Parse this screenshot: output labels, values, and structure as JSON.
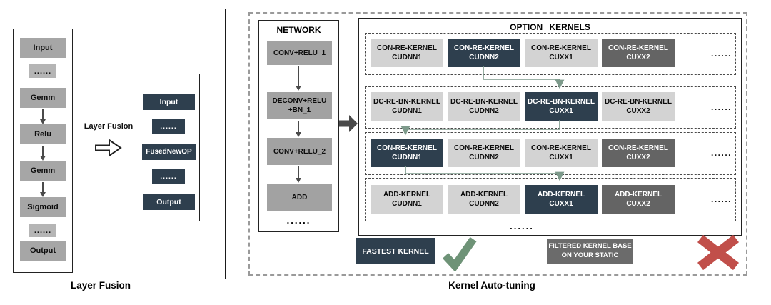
{
  "colors": {
    "navy": "#2e3f4e",
    "light_gray": "#d3d3d3",
    "dark_gray": "#646464",
    "mid_gray": "#a6a6a6",
    "connector_green": "#7d9a8b",
    "check_green": "#6e9377",
    "cross_red": "#c14f4a"
  },
  "left_panel": {
    "nodes": [
      "Input",
      "......",
      "Gemm",
      "Relu",
      "Gemm",
      "Sigmoid",
      "......",
      "Output"
    ],
    "caption": "Layer Fusion"
  },
  "fusion_arrow": {
    "label": "Layer Fusion"
  },
  "fused_panel": {
    "nodes": [
      "Input",
      "......",
      "FusedNewOP",
      "......",
      "Output"
    ]
  },
  "right_panel": {
    "caption": "Kernel Auto-tuning",
    "network": {
      "title": "NETWORK",
      "nodes": [
        "CONV+RELU_1",
        "DECONV+RELU +BN_1",
        "CONV+RELU_2",
        "ADD"
      ],
      "ellipsis": "......"
    },
    "option_kernels": {
      "title": "OPTION KERNELS",
      "rows": [
        {
          "cells": [
            {
              "line1": "CON-RE-KERNEL",
              "line2": "CUDNN1"
            },
            {
              "line1": "CON-RE-KERNEL",
              "line2": "CUDNN2"
            },
            {
              "line1": "CON-RE-KERNEL",
              "line2": "CUXX1"
            },
            {
              "line1": "CON-RE-KERNEL",
              "line2": "CUXX2"
            }
          ],
          "ellipsis": "......"
        },
        {
          "cells": [
            {
              "line1": "DC-RE-BN-KERNEL",
              "line2": "CUDNN1"
            },
            {
              "line1": "DC-RE-BN-KERNEL",
              "line2": "CUDNN2"
            },
            {
              "line1": "DC-RE-BN-KERNEL",
              "line2": "CUXX1"
            },
            {
              "line1": "DC-RE-BN-KERNEL",
              "line2": "CUXX2"
            }
          ],
          "ellipsis": "......"
        },
        {
          "cells": [
            {
              "line1": "CON-RE-KERNEL",
              "line2": "CUDNN1"
            },
            {
              "line1": "CON-RE-KERNEL",
              "line2": "CUDNN2"
            },
            {
              "line1": "CON-RE-KERNEL",
              "line2": "CUXX1"
            },
            {
              "line1": "CON-RE-KERNEL",
              "line2": "CUXX2"
            }
          ],
          "ellipsis": "......"
        },
        {
          "cells": [
            {
              "line1": "ADD-KERNEL",
              "line2": "CUDNN1"
            },
            {
              "line1": "ADD-KERNEL",
              "line2": "CUDNN2"
            },
            {
              "line1": "ADD-KERNEL",
              "line2": "CUXX1"
            },
            {
              "line1": "ADD-KERNEL",
              "line2": "CUXX2"
            }
          ],
          "ellipsis": "......"
        }
      ],
      "bottom_ellipsis": "......"
    },
    "legend": {
      "fastest_label": "FASTEST KERNEL",
      "filtered_line1": "FILTERED KERNEL BASE",
      "filtered_line2": "ON YOUR STATIC"
    }
  }
}
